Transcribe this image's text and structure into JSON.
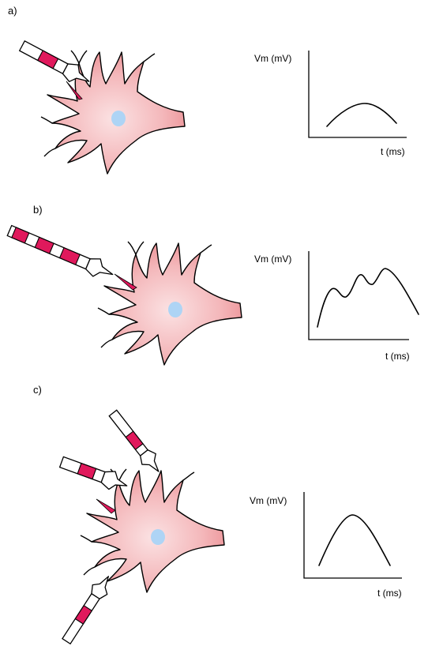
{
  "panels": [
    {
      "letter": "a)",
      "ylabel": "Vm (mV)",
      "xlabel": "t (ms)"
    },
    {
      "letter": "b)",
      "ylabel": "Vm (mV)",
      "xlabel": "t (ms)"
    },
    {
      "letter": "c)",
      "ylabel": "Vm (mV)",
      "xlabel": "t (ms)"
    }
  ],
  "colors": {
    "neuron_fill_dark": "#e9858a",
    "neuron_fill_light": "#fbe2e3",
    "nucleus": "#aed4f5",
    "electrode_band": "#e0195c",
    "injection_accent": "#e0195c"
  },
  "icons": {
    "neuron": "neuron-cell-icon",
    "electrode": "micropipette-electrode-icon"
  }
}
